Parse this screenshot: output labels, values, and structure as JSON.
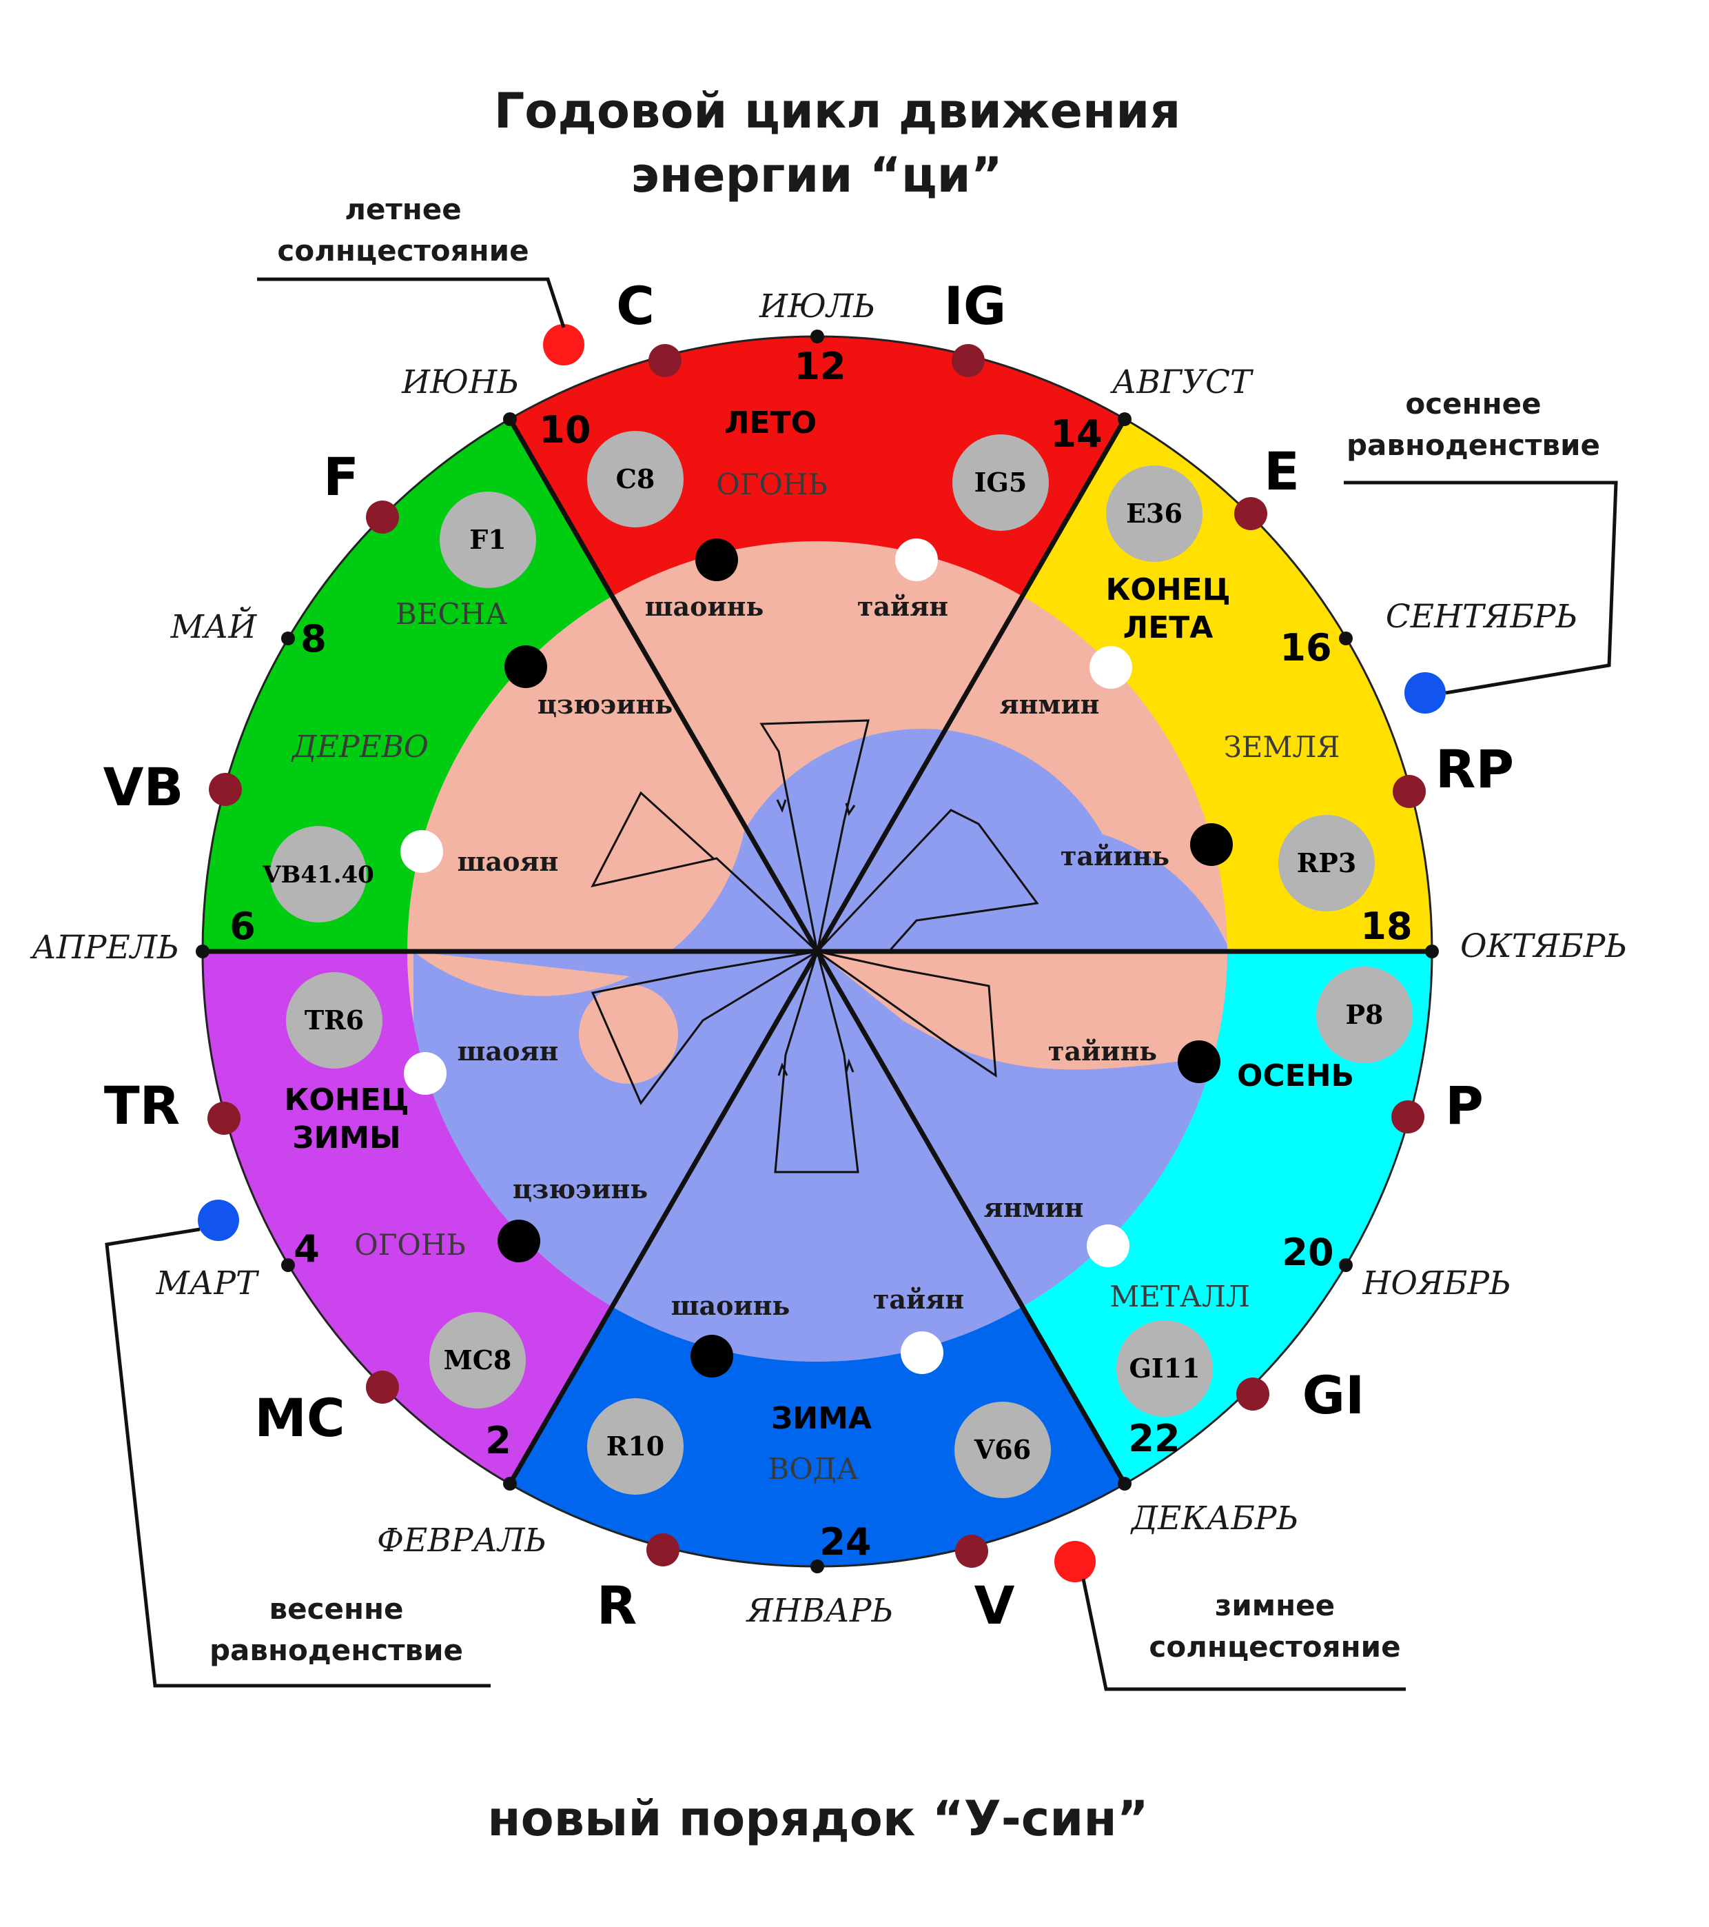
{
  "title": {
    "line1": "Годовой цикл движения",
    "line2": "энергии “ци”"
  },
  "footer": "новый порядок “У-син”",
  "annotations": {
    "summer_solstice": {
      "line1": "летнее",
      "line2": "солнцестояние"
    },
    "autumn_equinox": {
      "line1": "осеннее",
      "line2": "равноденствие"
    },
    "spring_equinox": {
      "line1": "весенне",
      "line2": "равноденствие"
    },
    "winter_solstice": {
      "line1": "зимнее",
      "line2": "солнцестояние"
    }
  },
  "months": {
    "jul": "ИЮЛЬ",
    "jun": "ИЮНЬ",
    "aug": "АВГУСТ",
    "may": "МАЙ",
    "sep": "СЕНТЯБРЬ",
    "apr": "АПРЕЛЬ",
    "oct": "ОКТЯБРЬ",
    "mar": "МАРТ",
    "nov": "НОЯБРЬ",
    "feb": "ФЕВРАЛЬ",
    "dec": "ДЕКАБРЬ",
    "jan": "ЯНВАРЬ"
  },
  "meridians": {
    "c": "C",
    "ig": "IG",
    "f": "F",
    "e": "E",
    "vb": "VB",
    "rp": "RP",
    "tr": "TR",
    "p": "P",
    "mc": "MC",
    "gi": "GI",
    "r": "R",
    "v": "V"
  },
  "hours": {
    "h12": "12",
    "h10": "10",
    "h14": "14",
    "h8": "8",
    "h16": "16",
    "h6": "6",
    "h18": "18",
    "h4": "4",
    "h20": "20",
    "h2": "2",
    "h22": "22",
    "h24": "24"
  },
  "seasons": {
    "summer": "ЛЕТО",
    "late_summer": {
      "line1": "КОНЕЦ",
      "line2": "ЛЕТА"
    },
    "spring": "ВЕСНА",
    "late_winter": {
      "line1": "КОНЕЦ",
      "line2": "ЗИМЫ"
    },
    "autumn": "ОСЕНЬ",
    "winter": "ЗИМА"
  },
  "elements": {
    "fire_top": "ОГОНЬ",
    "wood": "ДЕРЕВО",
    "earth": "ЗЕМЛЯ",
    "fire_bottom": "ОГОНЬ",
    "metal": "МЕТАЛЛ",
    "water": "ВОДА"
  },
  "points": {
    "c8": "C8",
    "ig5": "IG5",
    "f1": "F1",
    "e36": "E36",
    "vb4140": "VB41.40",
    "rp3": "RP3",
    "tr6": "TR6",
    "p8": "P8",
    "mc8": "MC8",
    "gi11": "GI11",
    "r10": "R10",
    "v66": "V66"
  },
  "channels": {
    "shaoyin_top": "шаоинь",
    "taiyang_top": "тайян",
    "jueyin_left": "цзюэинь",
    "yangming_right": "янмин",
    "shaoyang_left": "шаоян",
    "taiyin_right": "тайинь",
    "shaoyang_left2": "шаоян",
    "taiyin_right2": "тайинь",
    "jueyin_left2": "цзюэинь",
    "yangming_right2": "янмин",
    "shaoyin_bottom": "шаоинь",
    "taiyang_bottom": "тайян"
  },
  "colors": {
    "summer": "#f21111",
    "late_summer": "#ffe000",
    "spring": "#00cc11",
    "late_winter": "#cc44ee",
    "autumn": "#00ffff",
    "winter": "#0066ee",
    "yang_inner": "#f4b4a4",
    "yin_inner": "#8e9df0",
    "point_disc": "#b4b4b4",
    "meridian_dot": "#8b1a2b",
    "solstice_dot": "#ff1a1a",
    "equinox_dot": "#1155ee"
  }
}
